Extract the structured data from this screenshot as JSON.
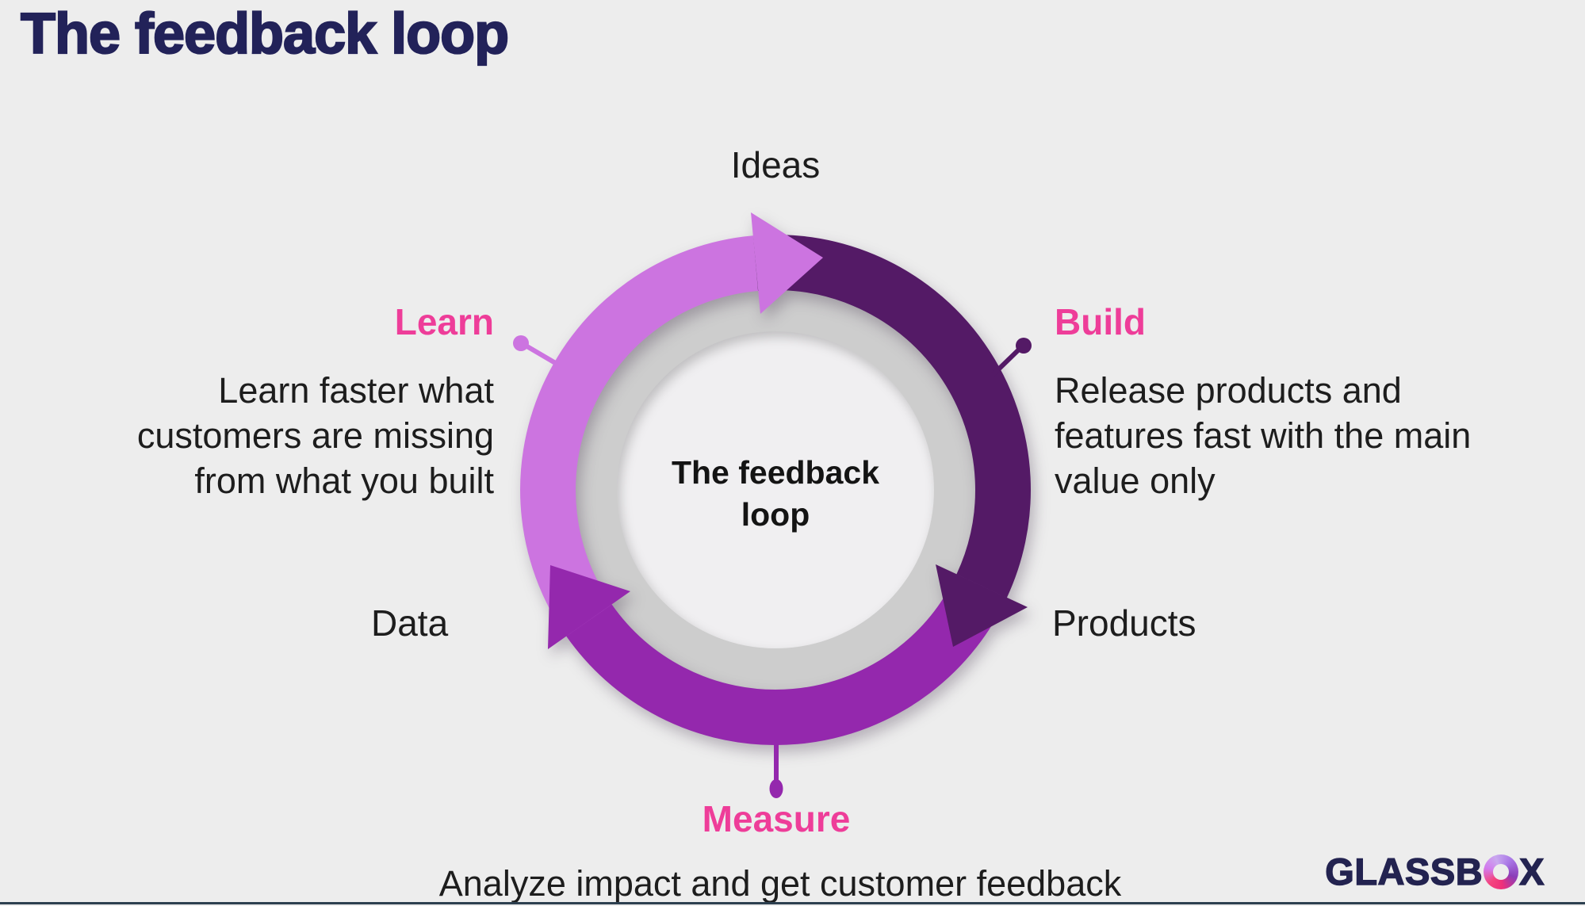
{
  "slide": {
    "title": "The feedback loop",
    "background": "#ededed",
    "bottom_bar_color": "#2d4050"
  },
  "loop": {
    "center": {
      "line1": "The feedback",
      "line2": "loop"
    },
    "stages": {
      "ideas": {
        "label": "Ideas"
      },
      "build": {
        "label": "Build",
        "description_lines": [
          "Release products and",
          "features fast with the main",
          "value only"
        ]
      },
      "products": {
        "label": "Products"
      },
      "measure": {
        "label": "Measure",
        "description": "Analyze impact and get customer feedback"
      },
      "data": {
        "label": "Data"
      },
      "learn": {
        "label": "Learn",
        "description_lines": [
          "Learn faster what",
          "customers are missing",
          "from what you built"
        ]
      }
    },
    "colors": {
      "learn_arc": "#cc74e0",
      "build_arc": "#541a66",
      "measure_arc": "#9428ad",
      "track_ring": "#cdcdcd",
      "inner_circle": "#f0eff1",
      "stage_label_pink": "#ee3d99",
      "body_text": "#1d1d1d",
      "title_navy": "#222259"
    }
  },
  "logo": {
    "prefix": "GLASSB",
    "suffix": "X",
    "color": "#232350"
  }
}
